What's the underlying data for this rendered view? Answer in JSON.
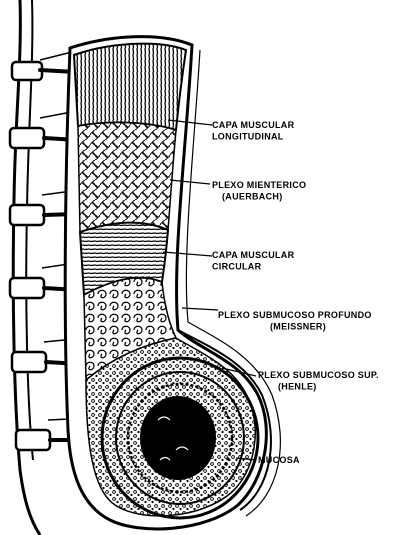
{
  "labels": {
    "capa_muscular_longitudinal": [
      "CAPA MUSCULAR",
      "LONGITUDINAL"
    ],
    "plexo_mienterico": [
      "PLEXO MIENTERICO",
      "(AUERBACH)"
    ],
    "capa_muscular_circular": [
      "CAPA MUSCULAR",
      "CIRCULAR"
    ],
    "plexo_submucoso_profundo": [
      "PLEXO SUBMUCOSO PROFUNDO",
      "(MEISSNER)"
    ],
    "plexo_submucoso_sup": [
      "PLEXO SUBMUCOSO SUP.",
      "(HENLE)"
    ],
    "mucosa": [
      "MUCOSA"
    ]
  },
  "colors": {
    "ink": "#000000",
    "paper": "#ffffff"
  }
}
